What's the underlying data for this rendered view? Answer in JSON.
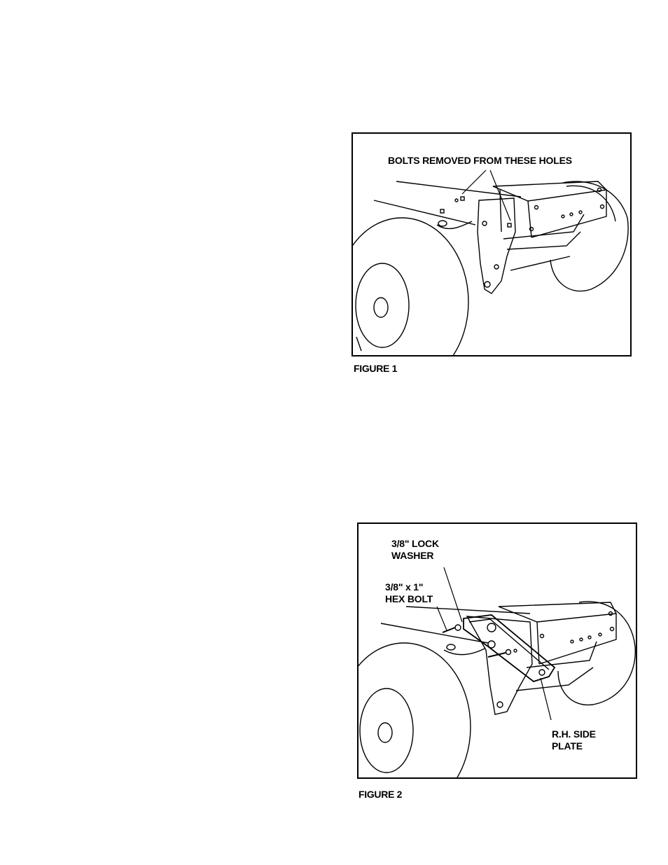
{
  "figure1": {
    "callout": "BOLTS REMOVED FROM THESE HOLES",
    "caption": "FIGURE 1"
  },
  "figure2": {
    "callout_lock_washer": "3/8\" LOCK\nWASHER",
    "callout_hex_bolt": "3/8\" x 1\"\nHEX BOLT",
    "callout_side_plate": "R.H. SIDE\nPLATE",
    "caption": "FIGURE 2"
  }
}
